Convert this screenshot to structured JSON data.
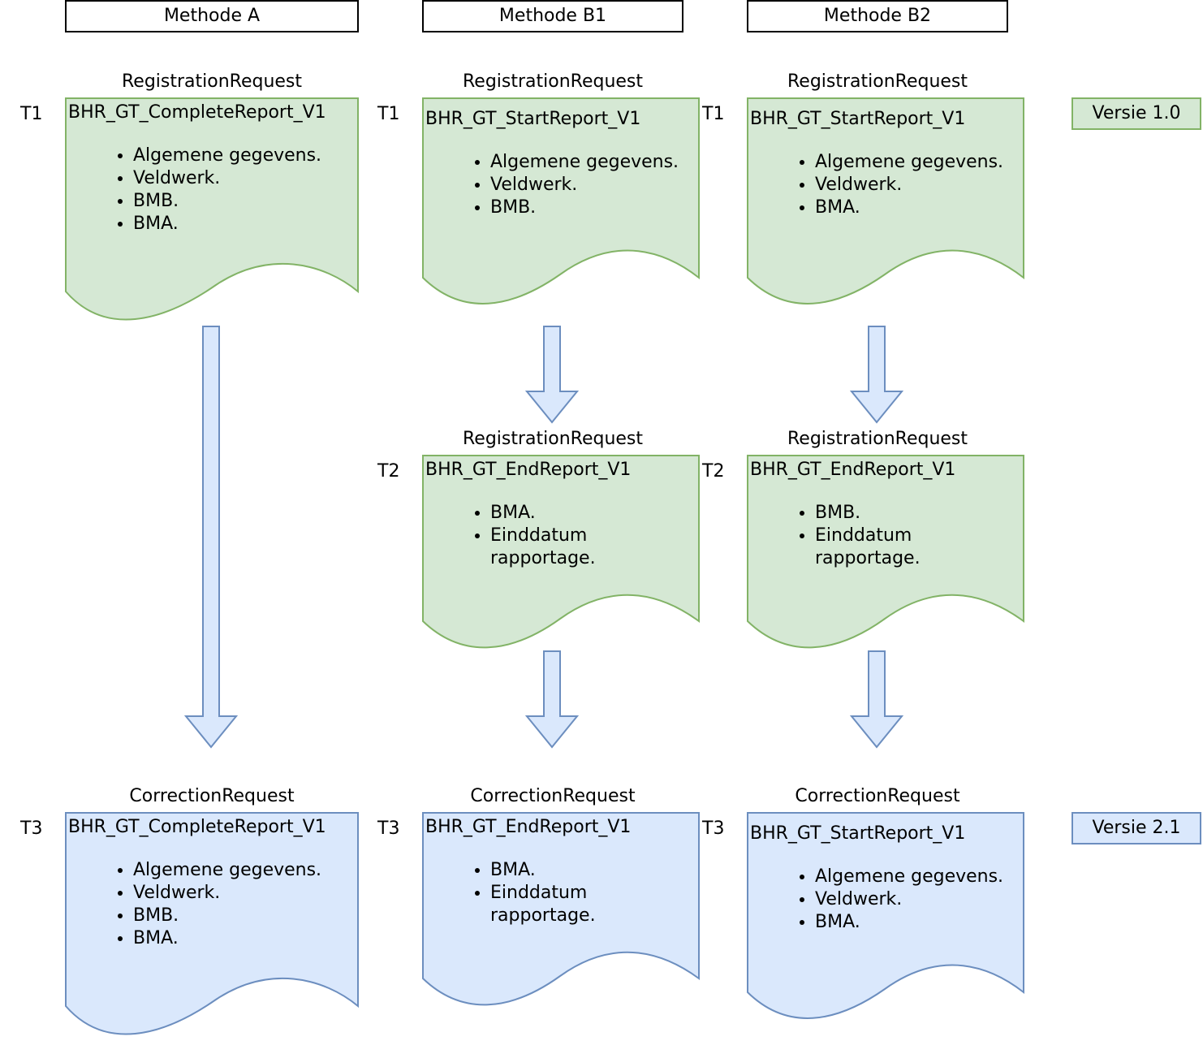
{
  "columns": {
    "a": {
      "header": "Methode A"
    },
    "b1": {
      "header": "Methode B1"
    },
    "b2": {
      "header": "Methode B2"
    }
  },
  "versions": {
    "v1": "Versie 1.0",
    "v2": "Versie 2.1"
  },
  "colors": {
    "green_fill": "#d5e8d4",
    "green_stroke": "#82b366",
    "blue_fill": "#dae8fc",
    "blue_stroke": "#6c8ebf"
  },
  "docs": {
    "a_t1": {
      "request": "RegistrationRequest",
      "time": "T1",
      "title": "BHR_GT_CompleteReport_V1",
      "items": [
        "Algemene gegevens.",
        "Veldwerk.",
        "BMB.",
        "BMA."
      ]
    },
    "b1_t1": {
      "request": "RegistrationRequest",
      "time": "T1",
      "title": "BHR_GT_StartReport_V1",
      "items": [
        "Algemene gegevens.",
        "Veldwerk.",
        "BMB."
      ]
    },
    "b2_t1": {
      "request": "RegistrationRequest",
      "time": "T1",
      "title": "BHR_GT_StartReport_V1",
      "items": [
        "Algemene gegevens.",
        "Veldwerk.",
        "BMA."
      ]
    },
    "b1_t2": {
      "request": "RegistrationRequest",
      "time": "T2",
      "title": "BHR_GT_EndReport_V1",
      "items": [
        "BMA.",
        "Einddatum rapportage."
      ]
    },
    "b2_t2": {
      "request": "RegistrationRequest",
      "time": "T2",
      "title": "BHR_GT_EndReport_V1",
      "items": [
        "BMB.",
        "Einddatum rapportage."
      ]
    },
    "a_t3": {
      "request": "CorrectionRequest",
      "time": "T3",
      "title": "BHR_GT_CompleteReport_V1",
      "items": [
        "Algemene gegevens.",
        "Veldwerk.",
        "BMB.",
        "BMA."
      ]
    },
    "b1_t3": {
      "request": "CorrectionRequest",
      "time": "T3",
      "title": "BHR_GT_EndReport_V1",
      "items": [
        "BMA.",
        "Einddatum rapportage."
      ]
    },
    "b2_t3": {
      "request": "CorrectionRequest",
      "time": "T3",
      "title": "BHR_GT_StartReport_V1",
      "items": [
        "Algemene gegevens.",
        "Veldwerk.",
        "BMA."
      ]
    }
  }
}
